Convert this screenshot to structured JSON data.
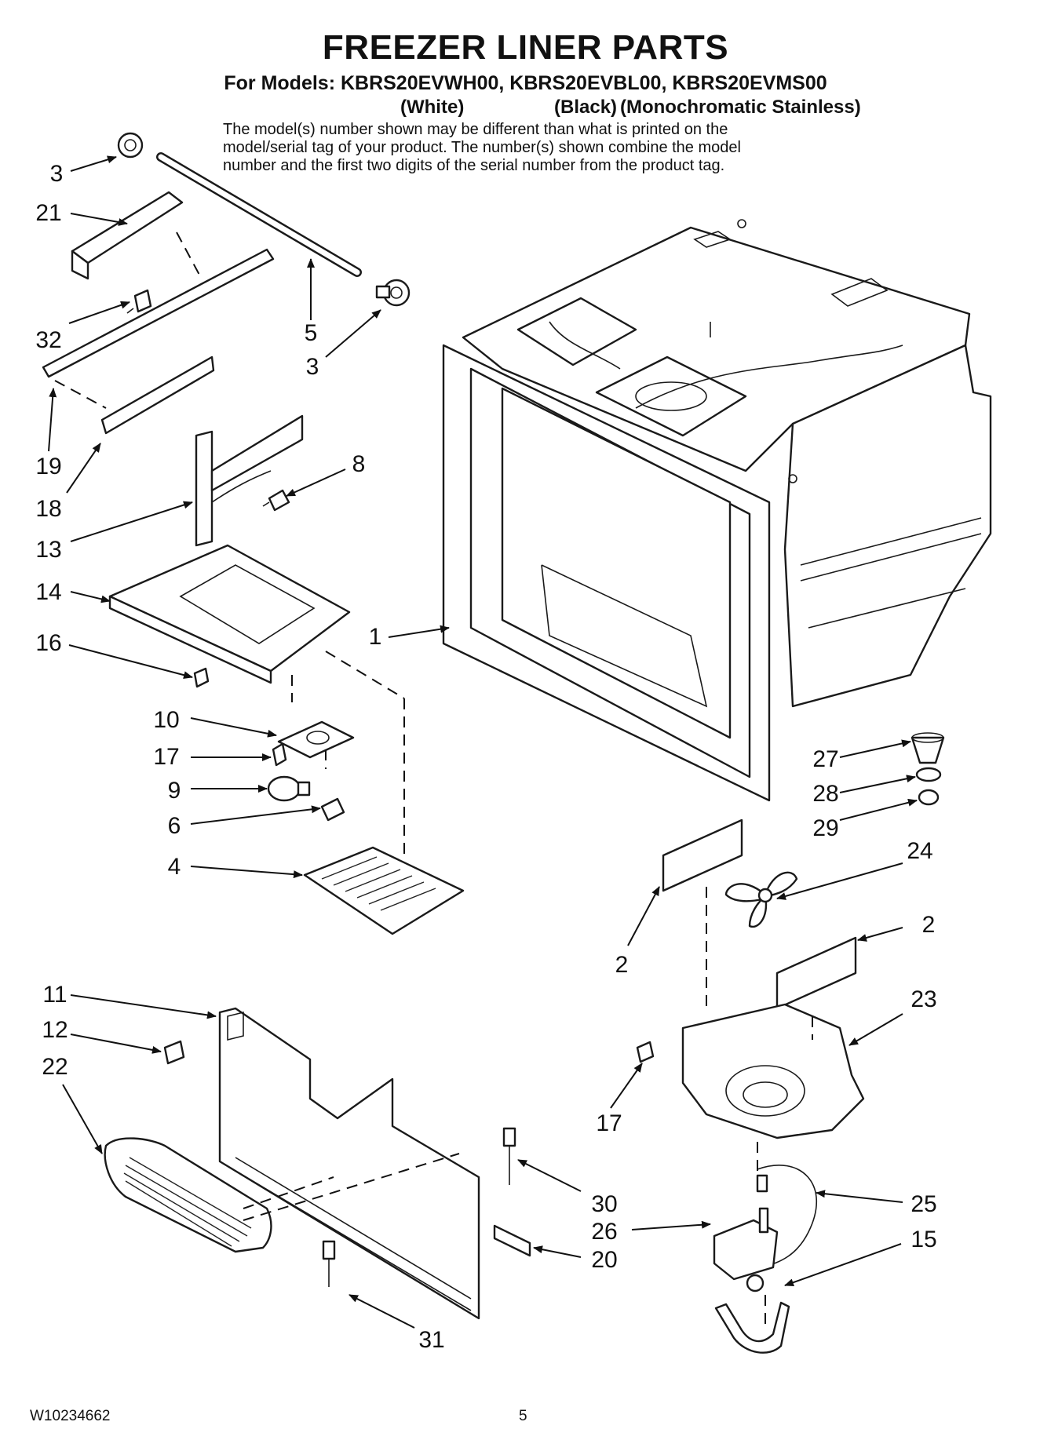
{
  "title": "FREEZER LINER PARTS",
  "models_line": "For Models: KBRS20EVWH00, KBRS20EVBL00, KBRS20EVMS00",
  "variants": [
    "(White)",
    "(Black)",
    "(Monochromatic Stainless)"
  ],
  "disclaimer_lines": [
    "The model(s) number shown may be different than what is printed on the",
    "model/serial tag of your product. The number(s) shown combine the model",
    "number and the first two digits of the serial number from the product tag."
  ],
  "callouts": {
    "c3a": "3",
    "c21": "21",
    "c32": "32",
    "c5": "5",
    "c3b": "3",
    "c19": "19",
    "c18": "18",
    "c8": "8",
    "c13": "13",
    "c14": "14",
    "c16": "16",
    "c1": "1",
    "c10": "10",
    "c17a": "17",
    "c9": "9",
    "c6": "6",
    "c4": "4",
    "c27": "27",
    "c28": "28",
    "c29": "29",
    "c24": "24",
    "c2a": "2",
    "c2b": "2",
    "c23": "23",
    "c11": "11",
    "c12": "12",
    "c22": "22",
    "c17b": "17",
    "c30": "30",
    "c26": "26",
    "c20": "20",
    "c25": "25",
    "c15": "15",
    "c31": "31"
  },
  "footer": {
    "doc_number": "W10234662",
    "page_number": "5"
  }
}
